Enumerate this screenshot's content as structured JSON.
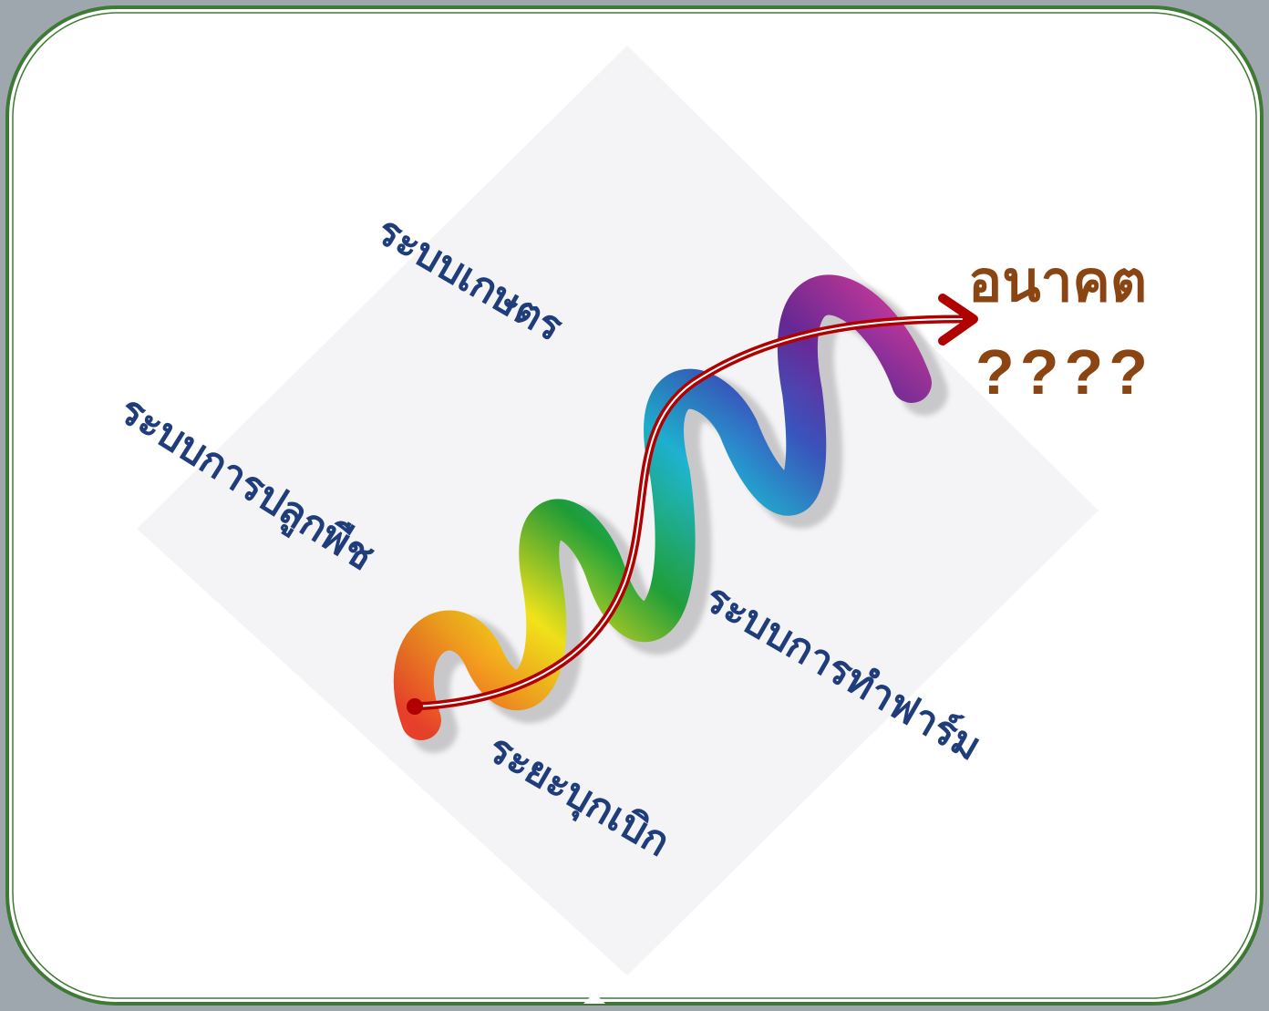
{
  "labels": {
    "agri_system": "ระบบเกษตร",
    "cropping_system": "ระบบการปลูกพืช",
    "farming_system": "ระบบการทำฟาร์ม",
    "pioneer_phase": "ระยะบุกเบิก",
    "future": "อนาคต",
    "question": "????"
  },
  "colors": {
    "frame_border": "#3f7a35",
    "backdrop": "#9ea6ae",
    "label_text": "#1f3d7a",
    "future_text": "#8a4513",
    "arrow": "#b00000",
    "spiral_red": "#e8402a",
    "spiral_orange": "#f4a21e",
    "spiral_yellow": "#f2e31a",
    "spiral_green": "#1fa33a",
    "spiral_cyan": "#1fb6d6",
    "spiral_blue": "#3a55c0",
    "spiral_purple": "#6a2a9a",
    "spiral_magenta": "#d13a9c"
  }
}
